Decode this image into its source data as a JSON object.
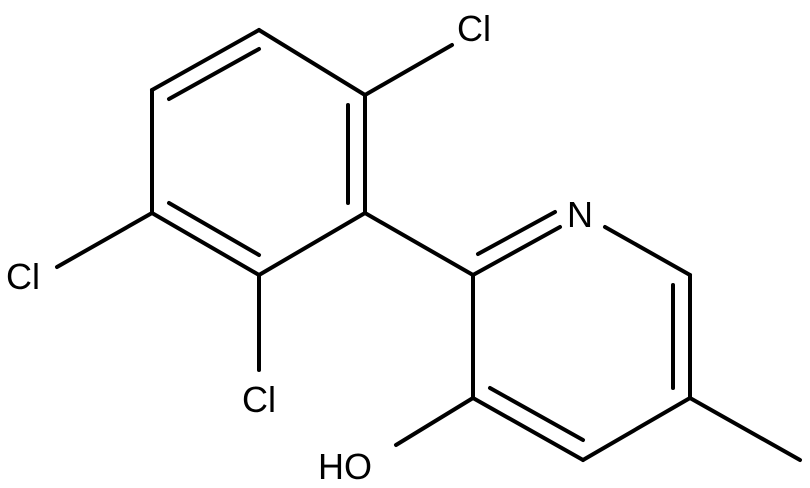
{
  "molecule": {
    "atoms": {
      "cl_top": "Cl",
      "cl_left": "Cl",
      "cl_bottom": "Cl",
      "n_ring": "N",
      "hydroxyl": "HO"
    }
  }
}
